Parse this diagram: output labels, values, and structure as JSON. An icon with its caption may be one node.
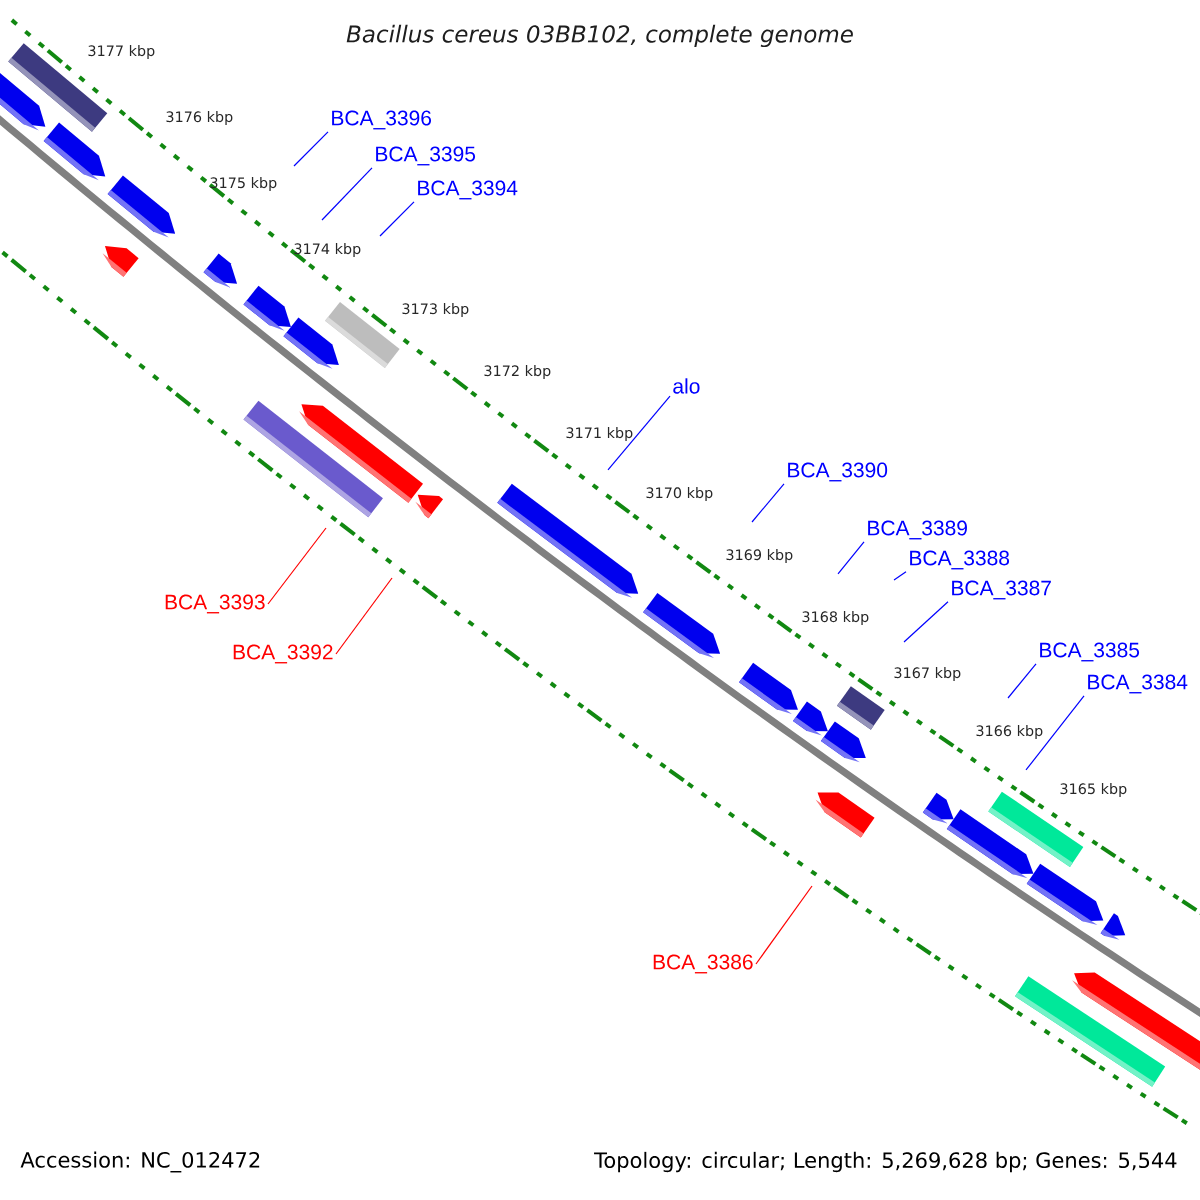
{
  "diagram": {
    "title": "Bacillus cereus 03BB102, complete genome",
    "nodes": [
      {
        "text": [
          "BCA_3396"
        ]
      },
      {
        "text": [
          "BCA_3395"
        ]
      },
      {
        "text": [
          "BCA_3394"
        ]
      },
      {
        "text": [
          "alo"
        ]
      },
      {
        "text": [
          "BCA_3390"
        ]
      },
      {
        "text": [
          "BCA_3389"
        ]
      },
      {
        "text": [
          "BCA_3388"
        ]
      },
      {
        "text": [
          "BCA_3387"
        ]
      },
      {
        "text": [
          "BCA_3393"
        ]
      },
      {
        "text": [
          "BCA_3385"
        ]
      },
      {
        "text": [
          "BCA_3392"
        ]
      },
      {
        "text": [
          "BCA_3384"
        ]
      },
      {
        "text": [
          "BCA_3386"
        ]
      }
    ],
    "edges": [
      {
        "from": 0,
        "to": null,
        "arrow": "none"
      },
      {
        "from": 1,
        "to": null,
        "arrow": "none"
      },
      {
        "from": 2,
        "to": null,
        "arrow": "none"
      },
      {
        "from": 3,
        "to": null,
        "arrow": "none"
      },
      {
        "from": 4,
        "to": null,
        "arrow": "none"
      },
      {
        "from": 5,
        "to": null,
        "arrow": "none"
      },
      {
        "from": 6,
        "to": null,
        "arrow": "none"
      },
      {
        "from": 7,
        "to": null,
        "arrow": "none"
      },
      {
        "from": 8,
        "to": null,
        "arrow": "none",
        "color": "#ff0000"
      },
      {
        "from": 9,
        "to": null,
        "arrow": "none"
      },
      {
        "from": 10,
        "to": null,
        "arrow": "none",
        "color": "#ff0000"
      },
      {
        "from": 11,
        "to": null,
        "arrow": "none"
      },
      {
        "from": 12,
        "to": null,
        "arrow": "none",
        "color": "#ff0000"
      }
    ],
    "labels": [
      "3177 kbp",
      "3176 kbp",
      "3175 kbp",
      "3174 kbp",
      "3173 kbp",
      "3172 kbp",
      "3171 kbp",
      "3170 kbp",
      "3169 kbp",
      "3168 kbp",
      "3167 kbp",
      "3166 kbp",
      "3165 kbp",
      "Accession: NC_012472",
      "Topology: circular; Length: 5,269,628 bp; Genes: 5,544"
    ]
  }
}
